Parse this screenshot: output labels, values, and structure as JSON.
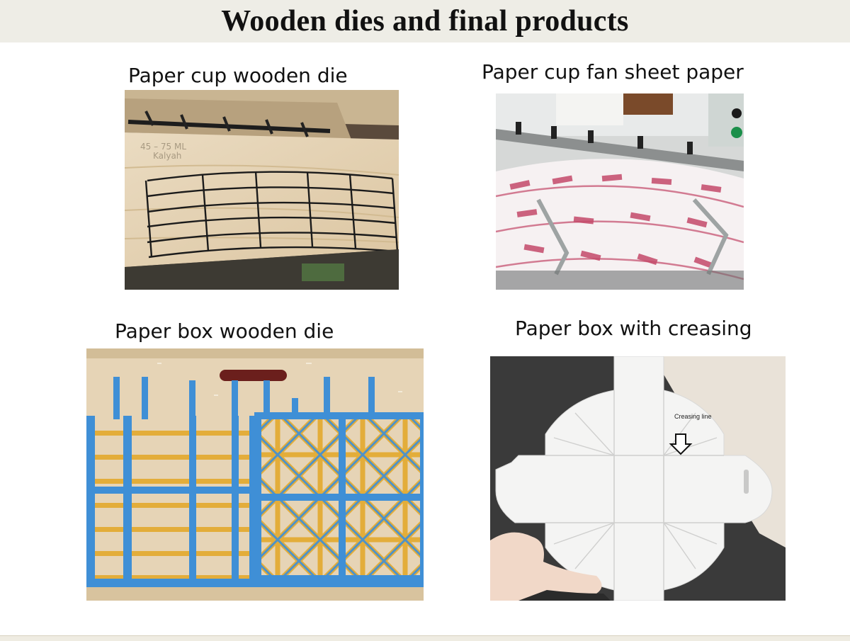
{
  "slide": {
    "title": "Wooden dies and final products"
  },
  "panels": {
    "cup_die": {
      "caption": "Paper cup wooden die",
      "board_text": "45 – 75 ML",
      "board_name": "Kalyah"
    },
    "fan_sheet": {
      "caption": "Paper cup fan sheet paper"
    },
    "box_die": {
      "caption": "Paper box wooden die"
    },
    "box_crease": {
      "caption": "Paper box with creasing",
      "annotation": "Creasing line"
    }
  },
  "colors": {
    "title_band": "#eeede6",
    "plywood": "#e3cfae",
    "rubber_blue": "#3f8fd6",
    "rubber_yellow": "#e3ad3a",
    "print_pink": "#c44a6a"
  },
  "icons": [
    "down-arrow-icon"
  ]
}
